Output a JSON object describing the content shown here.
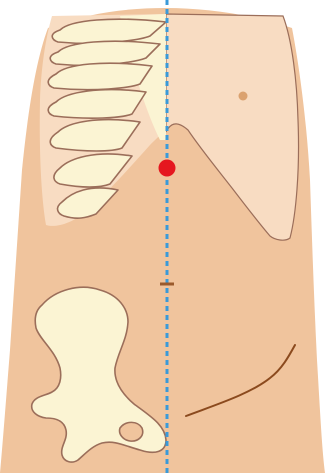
{
  "colors": {
    "background": "#ffffff",
    "skin": "#f0c49d",
    "skin_light": "#f8dcc2",
    "skin_shadow": "#e3ae84",
    "bone": "#fbf4d3",
    "outline": "#9b6e5a",
    "midline": "#3a9ad9",
    "point": "#e5171f",
    "marker": "#9a5a2c",
    "incision": "#8b4a1e",
    "nipple": "#dba26f"
  },
  "midline": {
    "style": "dashed"
  },
  "markers": [
    {
      "type": "point",
      "color_key": "point"
    },
    {
      "type": "tick",
      "color_key": "marker"
    }
  ],
  "incision": {
    "side": "right-lower-quadrant"
  }
}
